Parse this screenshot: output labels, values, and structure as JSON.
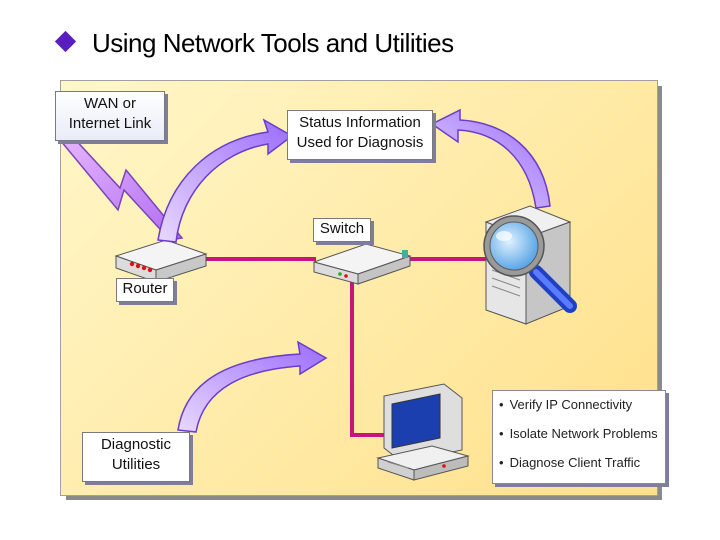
{
  "title": "Using Network Tools and Utilities",
  "labels": {
    "wan": [
      "WAN or",
      "Internet Link"
    ],
    "status": [
      "Status Information",
      "Used for Diagnosis"
    ],
    "switch": "Switch",
    "router": "Router",
    "diagnostic": [
      "Diagnostic",
      "Utilities"
    ]
  },
  "bullets": [
    "Verify IP Connectivity",
    "Isolate Network Problems",
    "Diagnose Client Traffic"
  ],
  "colors": {
    "title_bullet": "#5a1dbf",
    "cable": "#c8157c",
    "arrow": "#b48cff",
    "background": "#ffe9a3"
  },
  "icons": [
    "lightning-bolt-icon",
    "router-icon",
    "switch-icon",
    "server-icon",
    "magnifier-icon",
    "workstation-icon"
  ]
}
